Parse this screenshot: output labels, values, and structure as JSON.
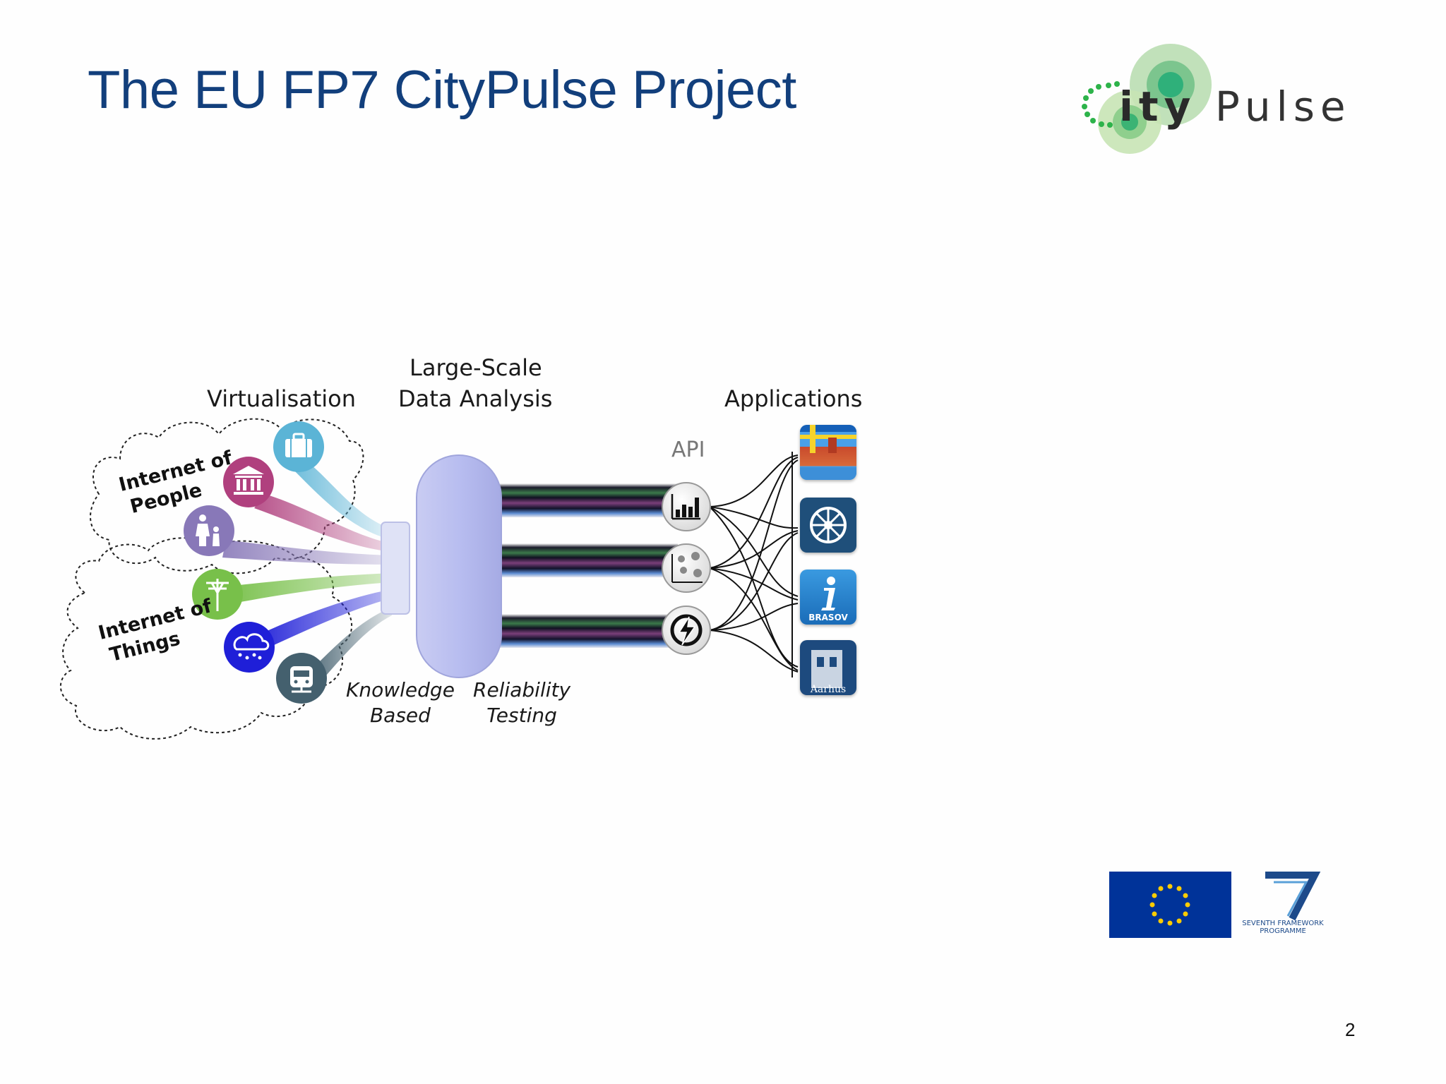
{
  "slide": {
    "title": "The EU FP7 CityPulse Project",
    "page_number": "2"
  },
  "logo": {
    "text_first": "ity",
    "text_rest": "Pulse"
  },
  "diagram": {
    "heading_virtualisation": "Virtualisation",
    "heading_analysis_line1": "Large-Scale",
    "heading_analysis_line2": "Data Analysis",
    "heading_applications": "Applications",
    "api_label": "API",
    "cloud_people_line1": "Internet of",
    "cloud_people_line2": "People",
    "cloud_things_line1": "Internet of",
    "cloud_things_line2": "Things",
    "knowledge_line1": "Knowledge",
    "knowledge_line2": "Based",
    "reliability_line1": "Reliability",
    "reliability_line2": "Testing",
    "source_icons": [
      {
        "name": "briefcase-icon",
        "color": "#5bb4d6"
      },
      {
        "name": "bank-icon",
        "color": "#b0407e"
      },
      {
        "name": "family-icon",
        "color": "#8878b8"
      },
      {
        "name": "power-pole-icon",
        "color": "#78c04a"
      },
      {
        "name": "weather-icon",
        "color": "#1f1fd8"
      },
      {
        "name": "train-icon",
        "color": "#44606e"
      }
    ],
    "api_icons": [
      "bar-chart-icon",
      "scatter-plot-icon",
      "lightning-icon"
    ],
    "app_icons": [
      {
        "name": "stockholm-app-icon"
      },
      {
        "name": "wheel-app-icon",
        "color": "#1f4f7a"
      },
      {
        "name": "brasov-info-app-icon",
        "color": "#1e7bc4",
        "label": "BRASOV"
      },
      {
        "name": "aarhus-app-icon",
        "color": "#1d4a7e",
        "label": "Aarhus"
      }
    ]
  },
  "footer": {
    "fp7_line1": "SEVENTH FRAMEWORK",
    "fp7_line2": "PROGRAMME"
  }
}
